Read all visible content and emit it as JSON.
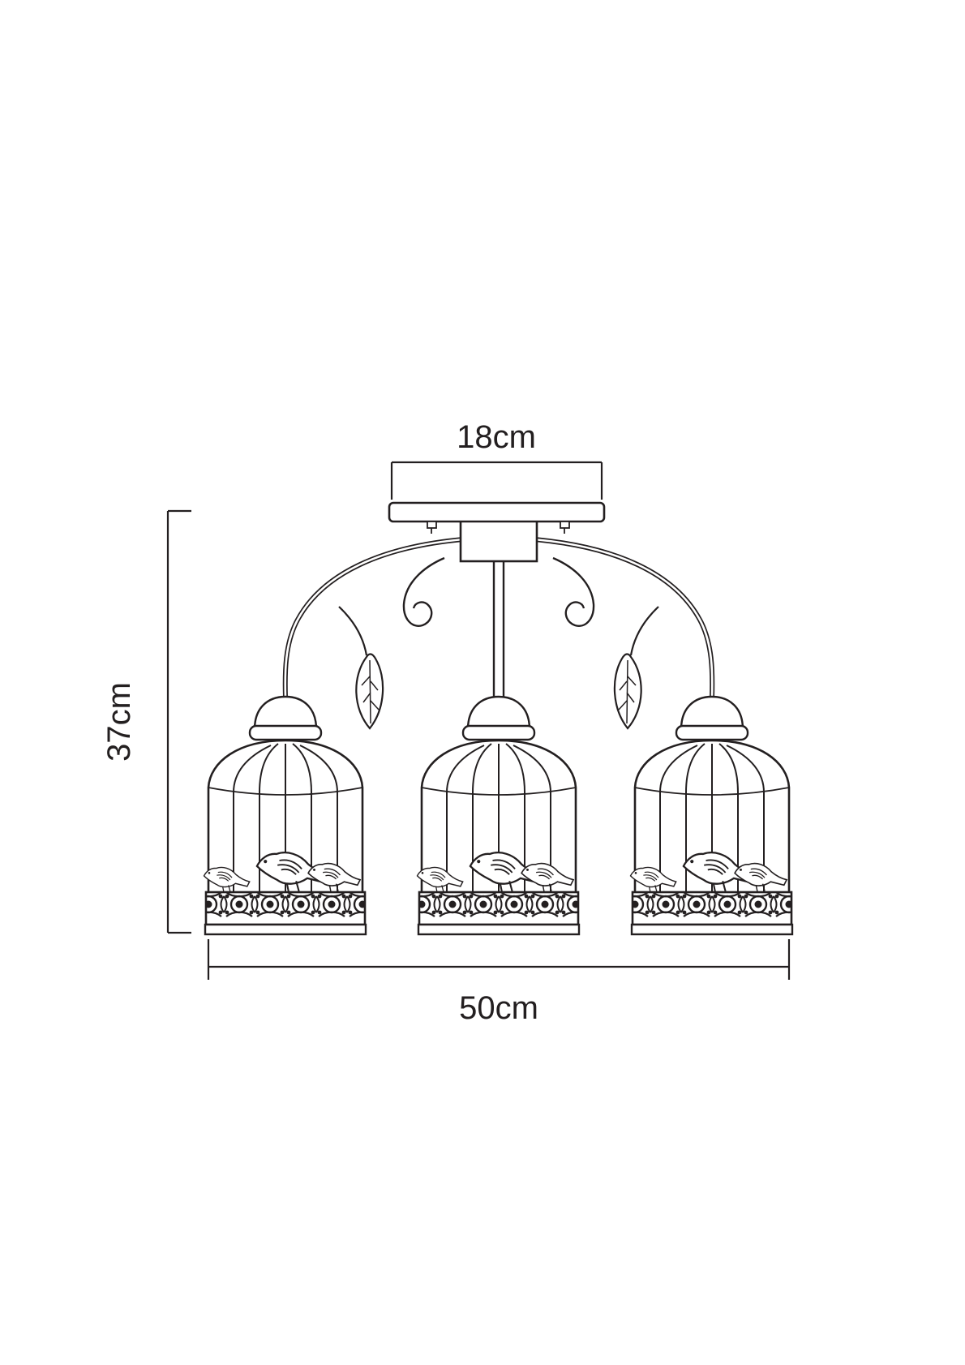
{
  "page": {
    "background": "#ffffff"
  },
  "diagram": {
    "type": "technical-drawing",
    "description": "Dimensional line drawing of a 3-light ceiling chandelier with birdcage shades, scroll arms and leaf ornaments",
    "line_color": "#231f20",
    "labels": {
      "width_top": "18cm",
      "height_left": "37cm",
      "width_bottom": "50cm"
    }
  }
}
